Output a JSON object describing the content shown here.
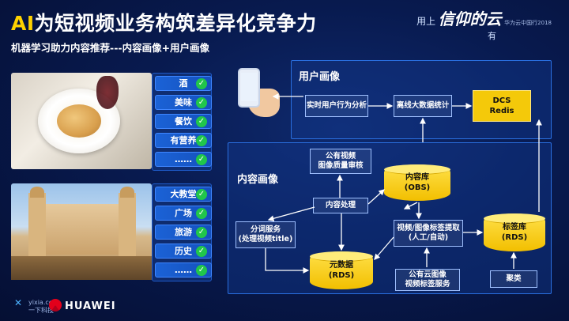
{
  "header": {
    "title_ai": "AI",
    "title_rest": "为短视频业务构筑差异化竞争力",
    "subtitle": "机器学习助力内容推荐---内容画像+用户画像"
  },
  "brand": {
    "top": "用上",
    "slogan": "信仰的云",
    "prefix": "有",
    "event": "华为云中国行2018"
  },
  "food_tags": [
    "酒",
    "美味",
    "餐饮",
    "有营养",
    "……"
  ],
  "place_tags": [
    "大教堂",
    "广场",
    "旅游",
    "历史",
    "……"
  ],
  "user_profile": {
    "label": "用户画像",
    "realtime": "实时用户行为分析",
    "offline": "离线大数据统计",
    "dcs_line1": "DCS",
    "dcs_line2": "Redis"
  },
  "content_profile": {
    "label": "内容画像",
    "public_video": "公有视频\n图像质量审核",
    "processing": "内容处理",
    "content_db_line1": "内容库",
    "content_db_line2": "(OBS)",
    "segmentation": "分词服务\n(处理视频title)",
    "metadata_line1": "元数据",
    "metadata_line2": "(RDS)",
    "tag_extract": "视频/图像标签提取\n(人工/自动)",
    "tag_db_line1": "标签库",
    "tag_db_line2": "(RDS)",
    "public_cloud": "公有云图像\n视频标签服务",
    "clustering": "聚类"
  },
  "footer": {
    "partner_domain": "yixia.com",
    "partner_name": "一下科技",
    "huawei": "HUAWEI"
  },
  "colors": {
    "accent_yellow": "#f4c90a",
    "tag_blue": "#1b62d6",
    "check_green": "#21c64a",
    "bg_dark": "#081a4f"
  }
}
